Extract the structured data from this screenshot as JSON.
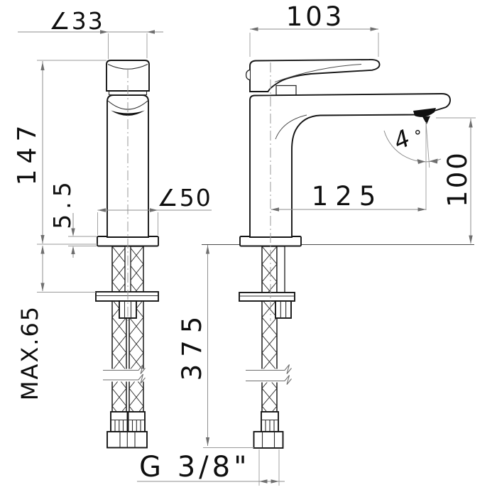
{
  "drawing": {
    "subject": "single-lever basin mixer, dimensional drawing with front view, side view and flexible supply hoses",
    "dimensions": {
      "top_diameter": "∠33",
      "overall_height": "147",
      "base_plate_height": "5.5",
      "base_diameter": "∠50",
      "handle_length": "103",
      "spout_reach": "125",
      "aerator_angle_value": "4",
      "degree_symbol": "°",
      "spout_height": "100",
      "max_deck_thickness": "MAX.65",
      "hose_length": "375",
      "hose_thread": "G 3/8\""
    },
    "colors": {
      "outline": "#151515",
      "dimension_lines": "#8e8e8e",
      "text": "#0f0f0f",
      "background": "#ffffff"
    }
  }
}
